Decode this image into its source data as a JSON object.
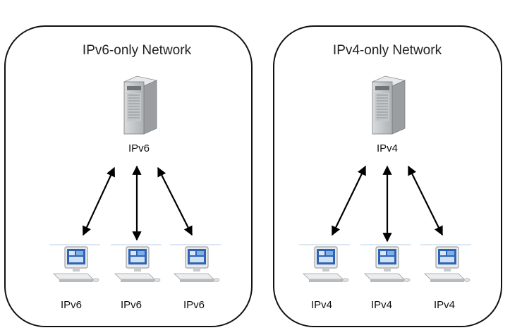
{
  "networks": [
    {
      "title": "IPv6-only Network",
      "server_label": "IPv6",
      "clients": [
        {
          "label": "IPv6"
        },
        {
          "label": "IPv6"
        },
        {
          "label": "IPv6"
        }
      ]
    },
    {
      "title": "IPv4-only Network",
      "server_label": "IPv4",
      "clients": [
        {
          "label": "IPv4"
        },
        {
          "label": "IPv4"
        },
        {
          "label": "IPv4"
        }
      ]
    }
  ],
  "icons": {
    "server": "server-icon",
    "client": "desktop-computer-icon"
  },
  "colors": {
    "border": "#111111",
    "arrow": "#000000"
  }
}
